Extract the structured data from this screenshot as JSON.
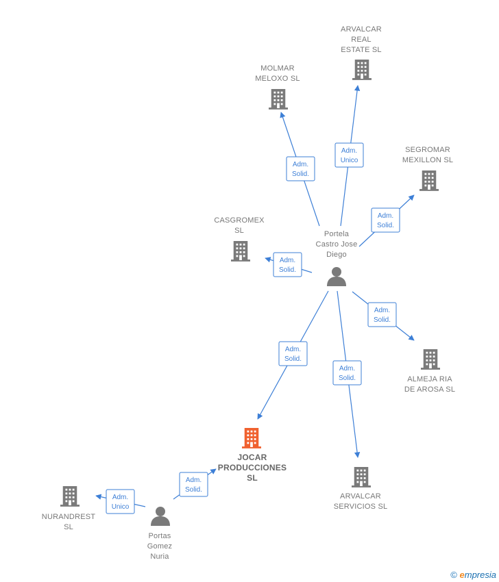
{
  "colors": {
    "edge": "#3d7fd6",
    "company": "#7a7a7a",
    "company_main": "#f0612f",
    "person": "#7a7a7a",
    "label": "#777777"
  },
  "nodes": [
    {
      "id": "arvalcar-real",
      "type": "company",
      "lines": [
        "ARVALCAR",
        "REAL",
        "ESTATE  SL"
      ]
    },
    {
      "id": "molmar",
      "type": "company",
      "lines": [
        "MOLMAR",
        "MELOXO  SL"
      ]
    },
    {
      "id": "segromar",
      "type": "company",
      "lines": [
        "SEGROMAR",
        "MEXILLON  SL"
      ]
    },
    {
      "id": "casgromex",
      "type": "company",
      "lines": [
        "CASGROMEX",
        "SL"
      ]
    },
    {
      "id": "portela",
      "type": "person",
      "lines": [
        "Portela",
        "Castro Jose",
        "Diego"
      ]
    },
    {
      "id": "almeja",
      "type": "company",
      "lines": [
        "ALMEJA RIA",
        "DE AROSA SL"
      ]
    },
    {
      "id": "jocar",
      "type": "company-main",
      "lines": [
        "JOCAR",
        "PRODUCCIONES",
        "SL"
      ]
    },
    {
      "id": "arvalcar-serv",
      "type": "company",
      "lines": [
        "ARVALCAR",
        "SERVICIOS  SL"
      ]
    },
    {
      "id": "nurandrest",
      "type": "company",
      "lines": [
        "NURANDREST",
        "SL"
      ]
    },
    {
      "id": "portas",
      "type": "person",
      "lines": [
        "Portas",
        "Gomez",
        "Nuria"
      ]
    }
  ],
  "edges": [
    {
      "from": "portela",
      "to": "molmar",
      "label": [
        "Adm.",
        "Solid."
      ]
    },
    {
      "from": "portela",
      "to": "arvalcar-real",
      "label": [
        "Adm.",
        "Unico"
      ]
    },
    {
      "from": "portela",
      "to": "segromar",
      "label": [
        "Adm.",
        "Solid."
      ]
    },
    {
      "from": "portela",
      "to": "casgromex",
      "label": [
        "Adm.",
        "Solid."
      ]
    },
    {
      "from": "portela",
      "to": "almeja",
      "label": [
        "Adm.",
        "Solid."
      ]
    },
    {
      "from": "portela",
      "to": "jocar",
      "label": [
        "Adm.",
        "Solid."
      ]
    },
    {
      "from": "portela",
      "to": "arvalcar-serv",
      "label": [
        "Adm.",
        "Solid."
      ]
    },
    {
      "from": "portas",
      "to": "jocar",
      "label": [
        "Adm.",
        "Solid."
      ]
    },
    {
      "from": "portas",
      "to": "nurandrest",
      "label": [
        "Adm.",
        "Unico"
      ]
    }
  ],
  "watermark": {
    "copyright": "©",
    "brand_initial": "e",
    "brand_rest": "mpresia"
  }
}
